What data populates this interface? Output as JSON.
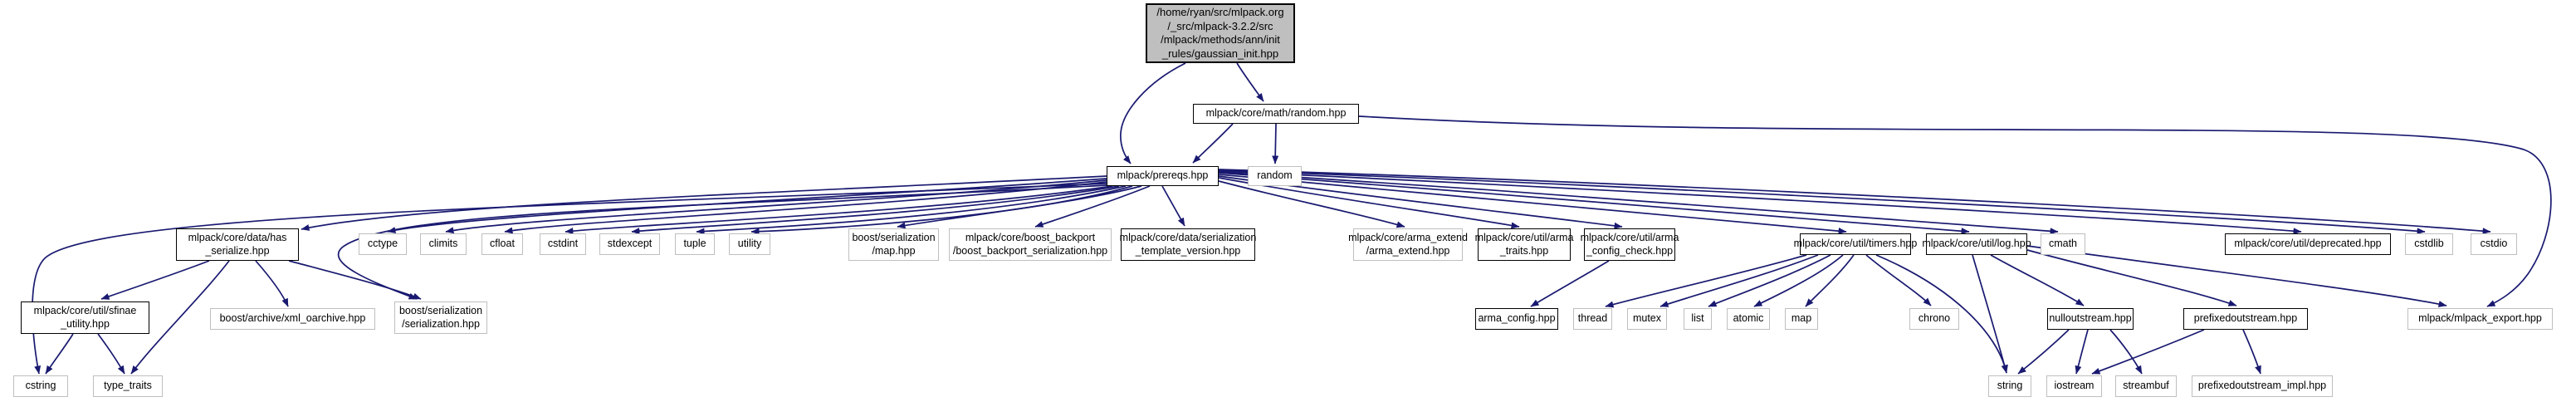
{
  "diagram": {
    "kind": "include-dependency-graph",
    "colors": {
      "edge": "#191970",
      "linked_node_border": "#000000",
      "plain_node_border": "#bfbfbf",
      "root_node_fill": "#bfbfbf",
      "background": "#ffffff",
      "text": "#000000"
    },
    "nodes": {
      "root": {
        "label": "/home/ryan/src/mlpack.org\n/_src/mlpack-3.2.2/src\n/mlpack/methods/ann/init\n_rules/gaussian_init.hpp",
        "linked": false
      },
      "random_hpp": {
        "label": "mlpack/core/math/random.hpp",
        "linked": true
      },
      "prereqs": {
        "label": "mlpack/prereqs.hpp",
        "linked": true
      },
      "random": {
        "label": "random",
        "linked": false
      },
      "has_serialize": {
        "label": "mlpack/core/data/has\n_serialize.hpp",
        "linked": true
      },
      "cctype": {
        "label": "cctype",
        "linked": false
      },
      "climits": {
        "label": "climits",
        "linked": false
      },
      "cfloat": {
        "label": "cfloat",
        "linked": false
      },
      "cstdint": {
        "label": "cstdint",
        "linked": false
      },
      "stdexcept": {
        "label": "stdexcept",
        "linked": false
      },
      "tuple": {
        "label": "tuple",
        "linked": false
      },
      "utility": {
        "label": "utility",
        "linked": false
      },
      "bs_map": {
        "label": "boost/serialization\n/map.hpp",
        "linked": false
      },
      "boost_backport": {
        "label": "mlpack/core/boost_backport\n/boost_backport_serialization.hpp",
        "linked": false
      },
      "stv": {
        "label": "mlpack/core/data/serialization\n_template_version.hpp",
        "linked": true
      },
      "arma_extend": {
        "label": "mlpack/core/arma_extend\n/arma_extend.hpp",
        "linked": false
      },
      "arma_traits": {
        "label": "mlpack/core/util/arma\n_traits.hpp",
        "linked": true
      },
      "arma_config_check": {
        "label": "mlpack/core/util/arma\n_config_check.hpp",
        "linked": true
      },
      "timers": {
        "label": "mlpack/core/util/timers.hpp",
        "linked": true
      },
      "log": {
        "label": "mlpack/core/util/log.hpp",
        "linked": true
      },
      "cmath": {
        "label": "cmath",
        "linked": false
      },
      "deprecated": {
        "label": "mlpack/core/util/deprecated.hpp",
        "linked": true
      },
      "cstdlib": {
        "label": "cstdlib",
        "linked": false
      },
      "cstdio": {
        "label": "cstdio",
        "linked": false
      },
      "sfinae": {
        "label": "mlpack/core/util/sfinae\n_utility.hpp",
        "linked": true
      },
      "xml_oarchive": {
        "label": "boost/archive/xml_oarchive.hpp",
        "linked": false
      },
      "boost_serialization": {
        "label": "boost/serialization\n/serialization.hpp",
        "linked": false
      },
      "arma_config": {
        "label": "arma_config.hpp",
        "linked": true
      },
      "thread": {
        "label": "thread",
        "linked": false
      },
      "mutex": {
        "label": "mutex",
        "linked": false
      },
      "list": {
        "label": "list",
        "linked": false
      },
      "atomic": {
        "label": "atomic",
        "linked": false
      },
      "map": {
        "label": "map",
        "linked": false
      },
      "chrono": {
        "label": "chrono",
        "linked": false
      },
      "nulloutstream": {
        "label": "nulloutstream.hpp",
        "linked": true
      },
      "prefixedoutstream": {
        "label": "prefixedoutstream.hpp",
        "linked": true
      },
      "mlpack_export": {
        "label": "mlpack/mlpack_export.hpp",
        "linked": false
      },
      "cstring": {
        "label": "cstring",
        "linked": false
      },
      "type_traits": {
        "label": "type_traits",
        "linked": false
      },
      "string": {
        "label": "string",
        "linked": false
      },
      "iostream": {
        "label": "iostream",
        "linked": false
      },
      "streambuf": {
        "label": "streambuf",
        "linked": false
      },
      "pfo_impl": {
        "label": "prefixedoutstream_impl.hpp",
        "linked": false
      }
    },
    "edges": [
      "root -> random_hpp",
      "root -> prereqs",
      "random_hpp -> prereqs",
      "random_hpp -> random",
      "random_hpp -> mlpack_export",
      "prereqs -> has_serialize",
      "prereqs -> cctype",
      "prereqs -> climits",
      "prereqs -> cfloat",
      "prereqs -> cstdint",
      "prereqs -> stdexcept",
      "prereqs -> tuple",
      "prereqs -> utility",
      "prereqs -> bs_map",
      "prereqs -> boost_backport",
      "prereqs -> stv",
      "prereqs -> arma_extend",
      "prereqs -> arma_traits",
      "prereqs -> arma_config_check",
      "prereqs -> timers",
      "prereqs -> log",
      "prereqs -> cmath",
      "prereqs -> deprecated",
      "prereqs -> cstdlib",
      "prereqs -> cstdio",
      "prereqs -> cstring",
      "prereqs -> boost_serialization",
      "has_serialize -> sfinae",
      "has_serialize -> xml_oarchive",
      "has_serialize -> boost_serialization",
      "has_serialize -> type_traits",
      "sfinae -> cstring",
      "sfinae -> type_traits",
      "arma_config_check -> arma_config",
      "timers -> thread",
      "timers -> mutex",
      "timers -> list",
      "timers -> atomic",
      "timers -> map",
      "timers -> chrono",
      "timers -> string",
      "log -> string",
      "log -> nulloutstream",
      "log -> prefixedoutstream",
      "log -> mlpack_export",
      "nulloutstream -> string",
      "nulloutstream -> iostream",
      "nulloutstream -> streambuf",
      "prefixedoutstream -> iostream",
      "prefixedoutstream -> pfo_impl"
    ]
  }
}
